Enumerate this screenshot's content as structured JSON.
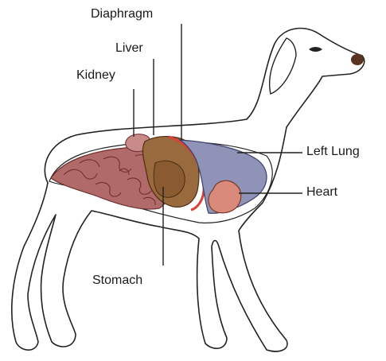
{
  "labels": {
    "diaphragm": "Diaphragm",
    "liver": "Liver",
    "kidney": "Kidney",
    "left_lung": "Left Lung",
    "heart": "Heart",
    "stomach": "Stomach"
  },
  "colors": {
    "outline": "#222222",
    "lung": "#8f93b8",
    "liver": "#9a6a3f",
    "intestines": "#b06a6a",
    "heart": "#d98a7a",
    "diaphragm": "#d9423a",
    "kidney": "#c98a8a"
  }
}
